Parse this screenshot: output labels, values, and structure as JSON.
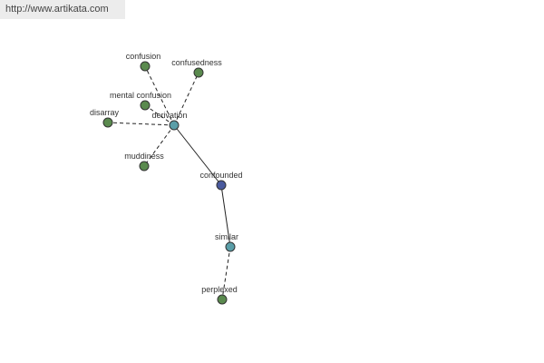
{
  "banner": {
    "url": "http://www.artikata.com"
  },
  "graph": {
    "colors": {
      "leaf": "#5a8a4e",
      "relation": "#5a9ea8",
      "center": "#4a5a9e",
      "stroke": "#333333",
      "edge": "#222222"
    },
    "nodes": [
      {
        "id": "confounded",
        "label": "confounded",
        "kind": "center"
      },
      {
        "id": "derivation",
        "label": "derivation",
        "kind": "relation"
      },
      {
        "id": "similar",
        "label": "similar",
        "kind": "relation"
      },
      {
        "id": "confusion",
        "label": "confusion",
        "kind": "leaf"
      },
      {
        "id": "confusedness",
        "label": "confusedness",
        "kind": "leaf"
      },
      {
        "id": "mental-confusion",
        "label": "mental confusion",
        "kind": "leaf"
      },
      {
        "id": "disarray",
        "label": "disarray",
        "kind": "leaf"
      },
      {
        "id": "muddiness",
        "label": "muddiness",
        "kind": "leaf"
      },
      {
        "id": "perplexed",
        "label": "perplexed",
        "kind": "leaf"
      }
    ],
    "edges": [
      {
        "from": "confounded",
        "to": "derivation",
        "style": "solid"
      },
      {
        "from": "confounded",
        "to": "similar",
        "style": "solid"
      },
      {
        "from": "derivation",
        "to": "confusion",
        "style": "dashed"
      },
      {
        "from": "derivation",
        "to": "confusedness",
        "style": "dashed"
      },
      {
        "from": "derivation",
        "to": "mental-confusion",
        "style": "dashed"
      },
      {
        "from": "derivation",
        "to": "disarray",
        "style": "dashed"
      },
      {
        "from": "derivation",
        "to": "muddiness",
        "style": "dashed"
      },
      {
        "from": "similar",
        "to": "perplexed",
        "style": "dashed"
      }
    ]
  }
}
